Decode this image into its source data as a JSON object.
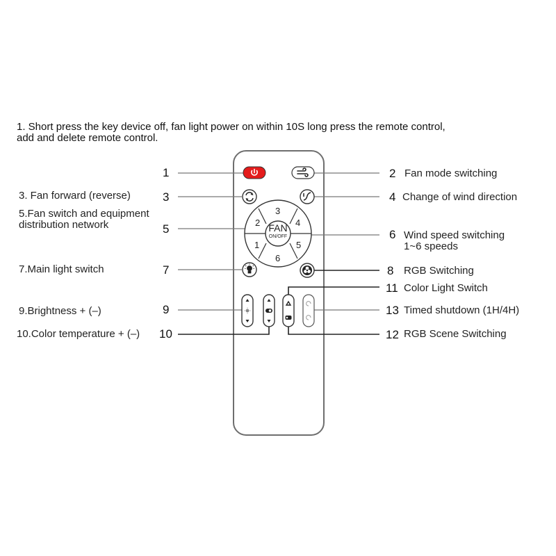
{
  "intro": {
    "line1": "1. Short press the key device off, fan light power on within 10S long press the remote control,",
    "line2": "add and delete remote control."
  },
  "remote": {
    "outline_color": "#6e6e6e",
    "power_button_color": "#e41b1b",
    "fan_wheel": {
      "center_label": "FAN",
      "center_sublabel": "ON/OFF",
      "speeds": [
        "1",
        "2",
        "3",
        "4",
        "5",
        "6"
      ]
    },
    "buttons": [
      {
        "id": "power",
        "icon": "power-icon"
      },
      {
        "id": "fan-mode",
        "icon": "wind-icon"
      },
      {
        "id": "fan-forward-reverse",
        "icon": "rotate-arrows-icon"
      },
      {
        "id": "wind-direction",
        "icon": "swing-icon"
      },
      {
        "id": "main-light",
        "icon": "lightbulb-icon"
      },
      {
        "id": "rgb",
        "icon": "rgb-circles-icon"
      },
      {
        "id": "brightness",
        "icon": "sun-icon",
        "up": "▲",
        "down": "▼"
      },
      {
        "id": "color-temp",
        "icon": "color-temp-icon",
        "up": "▲",
        "down": "▼"
      },
      {
        "id": "color-light",
        "icon": "recycle-icon"
      },
      {
        "id": "rgb-scene",
        "icon": "scene-icon"
      },
      {
        "id": "timer-1h",
        "icon": "timer-1h-icon"
      },
      {
        "id": "timer-4h",
        "icon": "timer-4h-icon"
      }
    ]
  },
  "callouts": {
    "left": [
      {
        "num": "1",
        "label": ""
      },
      {
        "num": "3",
        "label": "3. Fan forward (reverse)"
      },
      {
        "num": "5",
        "label_line1": "5.Fan switch and equipment",
        "label_line2": "distribution network"
      },
      {
        "num": "7",
        "label": "7.Main light switch"
      },
      {
        "num": "9",
        "label": "9.Brightness + (–)"
      },
      {
        "num": "10",
        "label": "10.Color temperature + (–)"
      }
    ],
    "right": [
      {
        "num": "2",
        "label": "Fan mode switching"
      },
      {
        "num": "4",
        "label": "Change of wind direction"
      },
      {
        "num": "6",
        "label_line1": "Wind speed switching",
        "label_line2": "1~6 speeds"
      },
      {
        "num": "8",
        "label": "RGB Switching"
      },
      {
        "num": "11",
        "label": "Color Light Switch"
      },
      {
        "num": "13",
        "label": "Timed shutdown (1H/4H)"
      },
      {
        "num": "12",
        "label": "RGB Scene Switching"
      }
    ]
  }
}
